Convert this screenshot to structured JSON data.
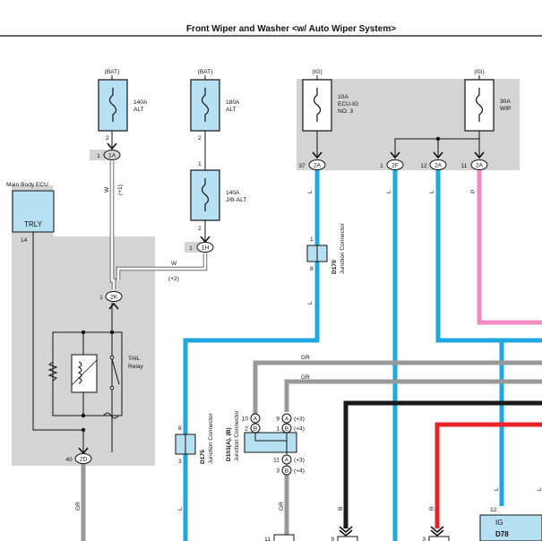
{
  "title": "Front Wiper and Washer <w/ Auto Wiper System>",
  "fuses": [
    {
      "source": "(BAT)",
      "rating": "140A",
      "name": "ALT"
    },
    {
      "source": "(BAT)",
      "rating": "180A",
      "name": "ALT"
    },
    {
      "source": "",
      "rating": "140A",
      "name": "J/B-ALT"
    },
    {
      "source": "(IG)",
      "rating": "10A",
      "name": "ECU-IG",
      "name2": "NO. 3"
    },
    {
      "source": "(IG)",
      "rating": "30A",
      "name": "WIP"
    }
  ],
  "connectors": {
    "c1A": {
      "pin": "1",
      "id": "1A"
    },
    "c1H": {
      "pin": "1",
      "id": "1H"
    },
    "c2K": {
      "pin": "1",
      "id": "2K"
    },
    "c2D": {
      "pin": "40",
      "id": "2D"
    },
    "c2A_37": {
      "pin": "37",
      "id": "2A"
    },
    "c2F": {
      "pin": "1",
      "id": "2F"
    },
    "c2A_12": {
      "pin": "12",
      "id": "2A"
    },
    "c2A_11": {
      "pin": "11",
      "id": "2A"
    }
  },
  "pin_numbers": {
    "p2a": "2",
    "p2b": "2",
    "p1b": "1",
    "p2c": "2",
    "p14": "14"
  },
  "wire_labels": {
    "w1": "W",
    "plus1": "(+1)",
    "w2": "W",
    "plus2": "(+2)",
    "l1": "L",
    "l2": "L",
    "l3": "L",
    "l4": "L",
    "l5": "L",
    "l6": "L",
    "p": "P",
    "gr1": "GR",
    "gr2": "GR",
    "gr3": "GR",
    "gr4": "GR",
    "b": "B",
    "r": "R",
    "l7": "L"
  },
  "ecu": {
    "title": "Main Body ECU",
    "label": "TRLY"
  },
  "relay": {
    "name1": "TAIL",
    "name2": "Relay"
  },
  "d170": {
    "pin_top": "1",
    "pin_bottom": "8",
    "code": "D170",
    "label": "Junction Connector"
  },
  "d175": {
    "pin_top": "8",
    "pin_bottom": "3",
    "code": "D175",
    "label": "Junction Connector"
  },
  "d103": {
    "code": "D103(A), (B)",
    "label": "Junction Connector",
    "rows": [
      {
        "left_pin": "10",
        "left_letter": "A",
        "right_pin": "9",
        "right_letter": "A",
        "suffix": "(+3)"
      },
      {
        "left_pin": "2",
        "left_letter": "B",
        "right_pin": "1",
        "right_letter": "B",
        "suffix": "(+4)"
      },
      {
        "left_pin": "",
        "left_letter": "",
        "right_pin": "11",
        "right_letter": "A",
        "suffix": "(+3)"
      },
      {
        "left_pin": "",
        "left_letter": "",
        "right_pin": "3",
        "right_letter": "B",
        "suffix": "(+4)"
      }
    ]
  },
  "d78": {
    "pin": "12",
    "label": "IG",
    "code": "D78"
  },
  "bottom_pins": {
    "daz": "11",
    "ad6a": "9",
    "ad6b": "3"
  },
  "colors": {
    "blue": "#1fa8e0",
    "pink": "#f28ac0",
    "gray_wire": "#999999",
    "black_wire": "#1a1a1a",
    "red_wire": "#e8232a",
    "shade": "#d4d4d4",
    "box_fill": "#b7e1f3"
  }
}
